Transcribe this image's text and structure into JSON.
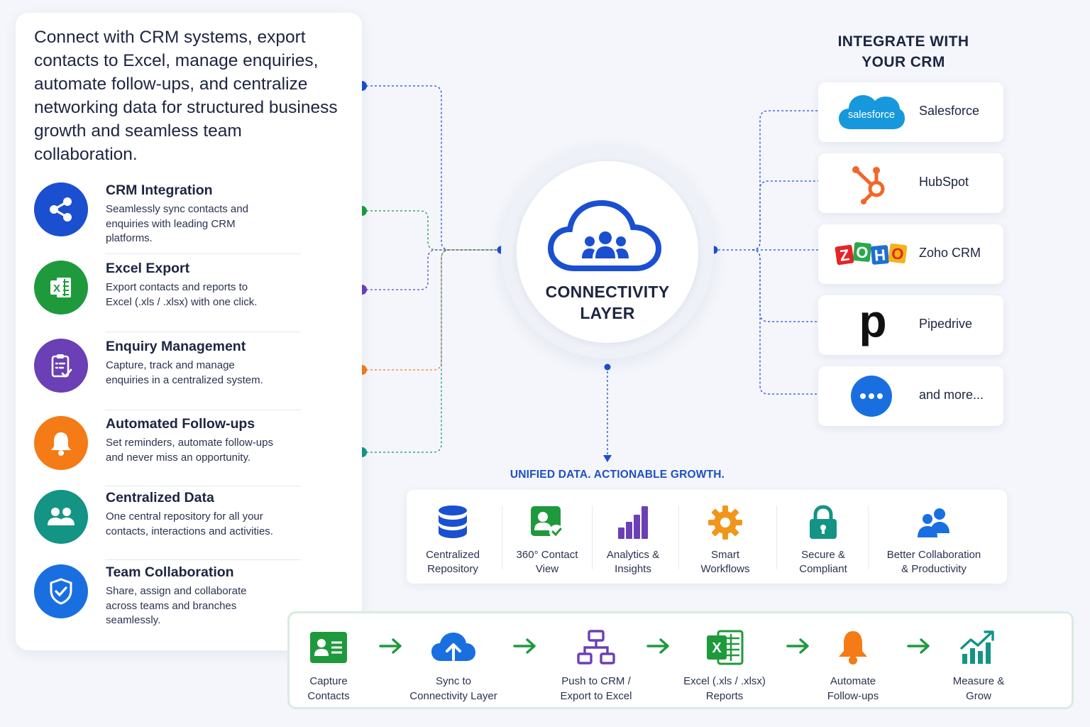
{
  "intro": "Connect with CRM systems, export contacts to Excel, manage enquiries, automate follow-ups, and centralize networking data for structured business growth and seamless team collaboration.",
  "features": [
    {
      "title": "CRM Integration",
      "desc": "Seamlessly sync contacts and enquiries with leading CRM platforms.",
      "icon": "share-icon",
      "color": "#1a4fd0"
    },
    {
      "title": "Excel Export",
      "desc": "Export contacts and reports to Excel (.xls / .xlsx) with one click.",
      "icon": "excel-icon",
      "color": "#1e9a3c"
    },
    {
      "title": "Enquiry Management",
      "desc": "Capture, track and manage enquiries in a centralized system.",
      "icon": "clipboard-icon",
      "color": "#6b3fb5"
    },
    {
      "title": "Automated Follow-ups",
      "desc": "Set reminders, automate follow-ups and never miss an opportunity.",
      "icon": "bell-icon",
      "color": "#f47b16"
    },
    {
      "title": "Centralized Data",
      "desc": "One central repository for all your contacts, interactions and activities.",
      "icon": "users-icon",
      "color": "#139484"
    },
    {
      "title": "Team Collaboration",
      "desc": "Share, assign and collaborate across teams and branches seamlessly.",
      "icon": "shield-icon",
      "color": "#1a6fe0"
    }
  ],
  "hub": {
    "line1": "CONNECTIVITY",
    "line2": "LAYER"
  },
  "crm": {
    "heading_line1": "INTEGRATE WITH",
    "heading_line2": "YOUR CRM",
    "items": [
      {
        "name": "Salesforce",
        "logo_text": "salesforce"
      },
      {
        "name": "HubSpot"
      },
      {
        "name": "Zoho CRM",
        "logo_letters": [
          "Z",
          "O",
          "H",
          "O"
        ]
      },
      {
        "name": "Pipedrive",
        "logo_text": "p"
      },
      {
        "name": "and more..."
      }
    ]
  },
  "unified": {
    "heading": "UNIFIED DATA. ACTIONABLE GROWTH.",
    "benefits": [
      {
        "line1": "Centralized",
        "line2": "Repository",
        "icon": "database-icon"
      },
      {
        "line1": "360° Contact",
        "line2": "View",
        "icon": "contact-card-icon"
      },
      {
        "line1": "Analytics &",
        "line2": "Insights",
        "icon": "bar-chart-icon"
      },
      {
        "line1": "Smart",
        "line2": "Workflows",
        "icon": "gear-icon"
      },
      {
        "line1": "Secure &",
        "line2": "Compliant",
        "icon": "lock-icon"
      },
      {
        "line1": "Better Collaboration",
        "line2": "& Productivity",
        "icon": "people-icon"
      }
    ]
  },
  "workflow": [
    {
      "line1": "Capture",
      "line2": "Contacts",
      "icon": "id-card-icon"
    },
    {
      "line1": "Sync to",
      "line2": "Connectivity Layer",
      "icon": "cloud-upload-icon"
    },
    {
      "line1": "Push to CRM /",
      "line2": "Export to Excel",
      "icon": "hierarchy-icon"
    },
    {
      "line1": "Excel (.xls / .xlsx)",
      "line2": "Reports",
      "icon": "excel-icon"
    },
    {
      "line1": "Automate",
      "line2": "Follow-ups",
      "icon": "bell-icon"
    },
    {
      "line1": "Measure &",
      "line2": "Grow",
      "icon": "growth-chart-icon"
    }
  ]
}
